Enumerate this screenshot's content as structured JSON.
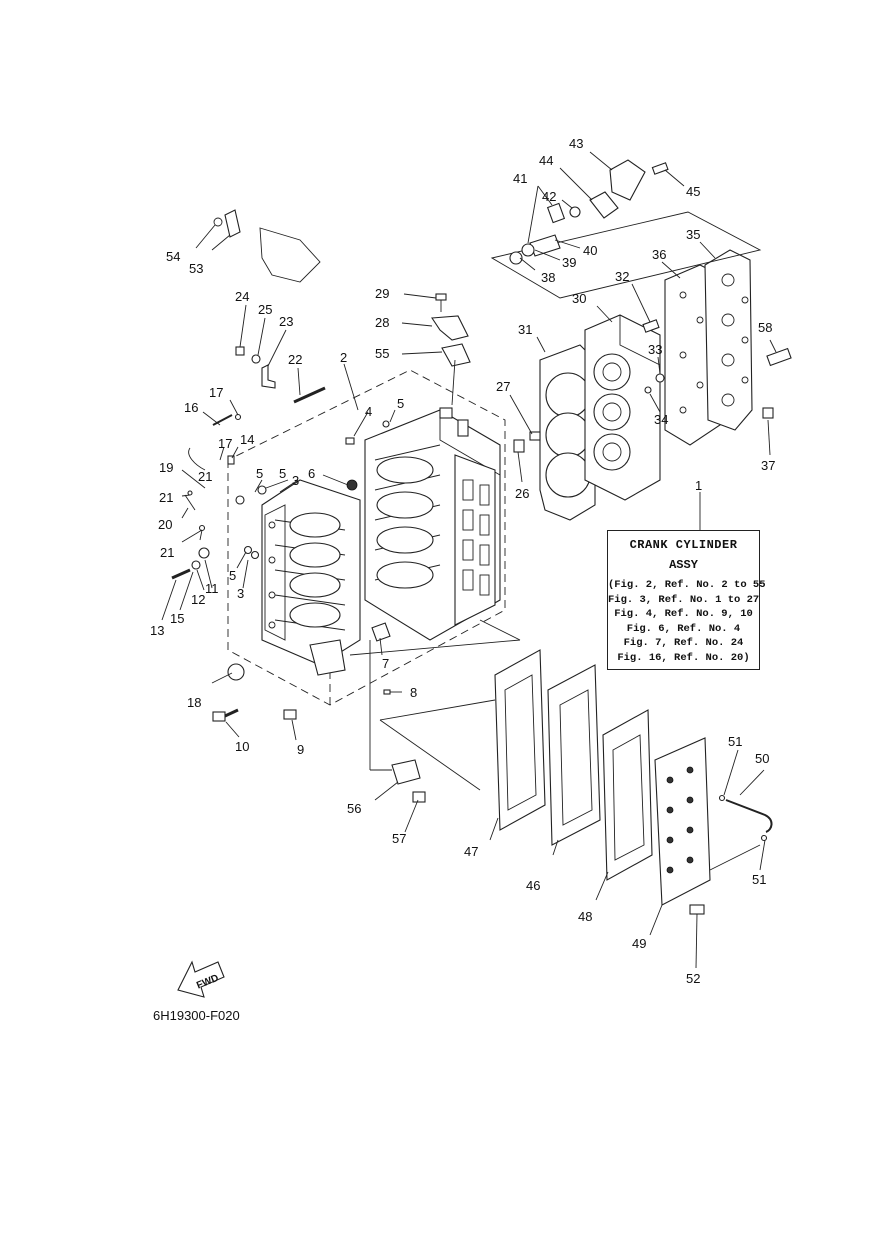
{
  "diagram_code": "6H19300-F020",
  "fwd_label": "FWD",
  "assy_box": {
    "title": "CRANK CYLINDER",
    "subtitle": "ASSY",
    "lines": [
      "(Fig. 2, Ref. No. 2 to 55",
      "Fig. 3, Ref. No. 1 to 27",
      "Fig. 4, Ref. No. 9, 10",
      "Fig. 6, Ref. No. 4",
      "Fig. 7, Ref. No. 24",
      "Fig. 16, Ref. No. 20)"
    ]
  },
  "callouts": {
    "c1": "1",
    "c2": "2",
    "c3a": "3",
    "c3b": "3",
    "c4": "4",
    "c5a": "5",
    "c5b": "5",
    "c5c": "5",
    "c5d": "5",
    "c6": "6",
    "c7": "7",
    "c8": "8",
    "c9": "9",
    "c10": "10",
    "c11": "11",
    "c12": "12",
    "c13": "13",
    "c14": "14",
    "c15": "15",
    "c16": "16",
    "c17a": "17",
    "c17b": "17",
    "c18": "18",
    "c19": "19",
    "c20": "20",
    "c21a": "21",
    "c21b": "21",
    "c22": "22",
    "c23": "23",
    "c24": "24",
    "c25": "25",
    "c26": "26",
    "c27": "27",
    "c28": "28",
    "c29": "29",
    "c30": "30",
    "c31": "31",
    "c32": "32",
    "c33": "33",
    "c34": "34",
    "c35": "35",
    "c36": "36",
    "c37": "37",
    "c38": "38",
    "c39": "39",
    "c40": "40",
    "c41": "41",
    "c42": "42",
    "c43": "43",
    "c44": "44",
    "c45": "45",
    "c46": "46",
    "c47": "47",
    "c48": "48",
    "c49": "49",
    "c50": "50",
    "c51a": "51",
    "c51b": "51",
    "c52": "52",
    "c53": "53",
    "c54": "54",
    "c55": "55",
    "c56": "56",
    "c57": "57",
    "c58": "58"
  }
}
